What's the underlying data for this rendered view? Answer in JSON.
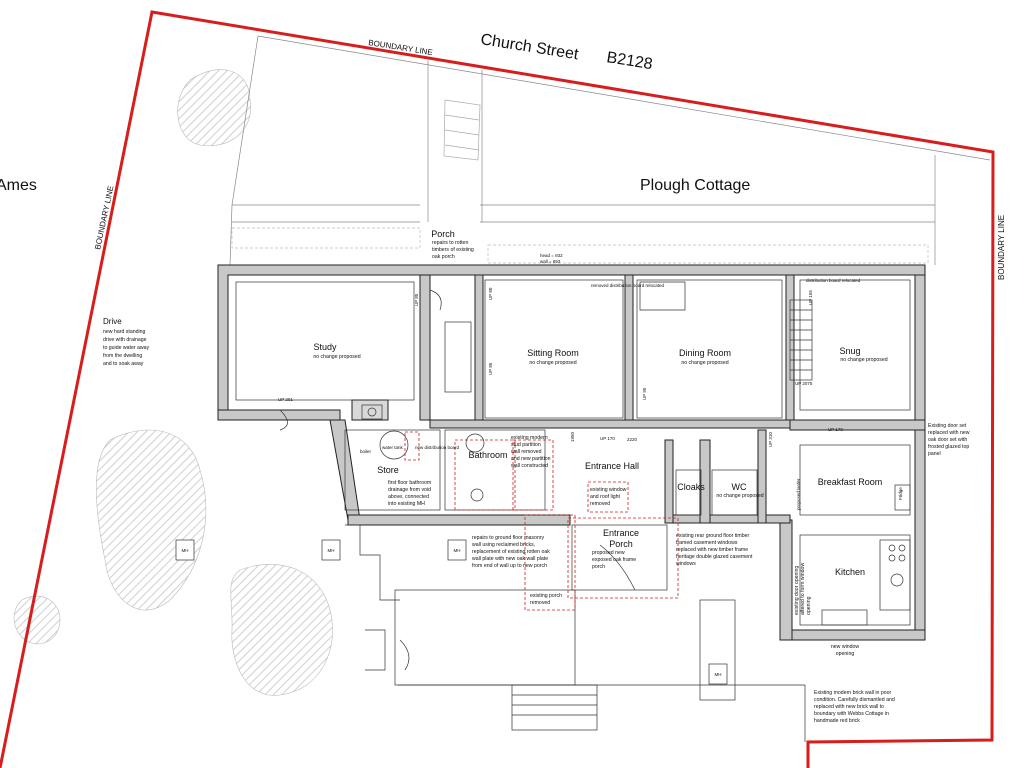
{
  "titles": {
    "church_street": "Church Street",
    "road_code": "B2128",
    "plough_cottage": "Plough Cottage",
    "ames": "Ames"
  },
  "boundary_labels": {
    "top": "BOUNDARY LINE",
    "left": "BOUNDARY LINE",
    "right": "BOUNDARY LINE"
  },
  "rooms": {
    "study": {
      "name": "Study",
      "note": "no change proposed"
    },
    "sitting_room": {
      "name": "Sitting Room",
      "note": "no change proposed"
    },
    "dining_room": {
      "name": "Dining Room",
      "note": "no change proposed"
    },
    "snug": {
      "name": "Snug",
      "note": "no change proposed"
    },
    "porch_top": {
      "name": "Porch",
      "note_lines": [
        "repairs to rotten",
        "timbers of existing",
        "oak porch"
      ]
    },
    "store": {
      "name": "Store"
    },
    "bathroom": {
      "name": "Bathroom"
    },
    "entrance_hall": {
      "name": "Entrance Hall"
    },
    "cloaks": {
      "name": "Cloaks"
    },
    "wc": {
      "name": "WC",
      "note": "no change proposed"
    },
    "breakfast_room": {
      "name": "Breakfast Room"
    },
    "kitchen": {
      "name": "Kitchen"
    },
    "entrance_porch": {
      "name_lines": [
        "Entrance",
        "Porch"
      ],
      "note_lines": [
        "proposed new",
        "exposed oak frame",
        "porch"
      ]
    }
  },
  "notes": {
    "drive": {
      "title": "Drive",
      "lines": [
        "new hard standing",
        "drive with drainage",
        "to guide water away",
        "from the dwelling",
        "and to soak away"
      ]
    },
    "partition": {
      "lines": [
        "existing modern",
        "stud partition",
        "wall removed",
        "and new partition",
        "wall constructed"
      ]
    },
    "drainage": {
      "lines": [
        "first floor bathroom",
        "drainage from void",
        "above, connected",
        "into existing MH"
      ]
    },
    "masonry": {
      "lines": [
        "repairs to ground floor masonry",
        "wall using reclaimed bricks,",
        "replacement of existing rotten oak",
        "wall plate with new oak wall plate",
        "from end of wall up to new porch"
      ]
    },
    "existing_window": {
      "lines": [
        "existing window",
        "and roof light",
        "removed"
      ]
    },
    "existing_porch": {
      "lines": [
        "existing porch",
        "removed"
      ]
    },
    "rear_windows": {
      "lines": [
        "existing rear ground floor timber",
        "framed  casement windows",
        "replaced with new timber frame",
        "heritage double glazed casement",
        "windows"
      ]
    },
    "door_set": {
      "lines": [
        "Existing door set",
        "replaced with new",
        "oak door set with",
        "frosted glazed top",
        "panel"
      ]
    },
    "new_window": {
      "lines": [
        "new window",
        "opening"
      ]
    },
    "brick_wall": {
      "lines": [
        "Existing modern  brick wall in poor",
        "condition. Carefully dismantled and",
        "replaced with new brick wall to",
        "boundary with Webbs Cottage in",
        "handmade red brick"
      ]
    },
    "door_opening": {
      "lines": [
        "existing door opening",
        "altered to form window",
        "opening"
      ]
    },
    "larder": "proposed larder",
    "head_wall": {
      "lines": [
        "head = 932",
        "wall = 893"
      ]
    }
  },
  "small_labels": {
    "up_85_study": "UP 85",
    "up_201": "UP 201",
    "up_80": "UP 80",
    "up_85_sitting": "UP 85",
    "up_95": "UP 95",
    "up_155": "UP 155",
    "up_2075": "UP 2075",
    "up_170_snug": "UP 170",
    "up_170_hall": "UP 170",
    "up_310": "UP 310",
    "dim_2220": "2220",
    "dim_1950": "1950",
    "boiler": "boiler",
    "water_tank": "water tank",
    "new_distribution_board": "new distribution board",
    "removed_distribution": "removed distribution board relocated",
    "distribution_relocated": "distribution board relocated",
    "fridge": "Fridge",
    "mh": "MH"
  },
  "colors": {
    "boundary": "#d81d1d",
    "wall_fill": "#c8c8c8",
    "line": "#222222",
    "dashed_red": "#d81d1d",
    "planting": "#e6e6e6"
  }
}
